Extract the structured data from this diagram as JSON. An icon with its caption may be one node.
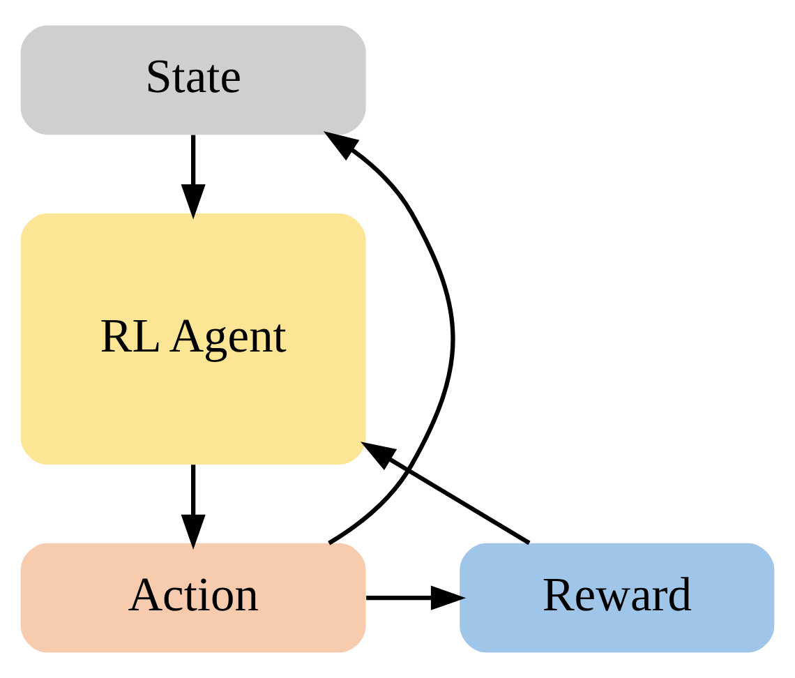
{
  "diagram": {
    "nodes": [
      {
        "text": [
          "State"
        ]
      },
      {
        "text": [
          "RL Agent"
        ]
      },
      {
        "text": [
          "Action"
        ]
      },
      {
        "text": [
          "Reward"
        ]
      }
    ],
    "edges": [
      {
        "from": 0,
        "to": 1,
        "arrow": "to"
      },
      {
        "from": 1,
        "to": 2,
        "arrow": "to"
      },
      {
        "from": 2,
        "to": 3,
        "arrow": "to"
      },
      {
        "from": 3,
        "to": 1,
        "arrow": "to"
      },
      {
        "from": 2,
        "to": 0,
        "arrow": "to"
      }
    ]
  }
}
